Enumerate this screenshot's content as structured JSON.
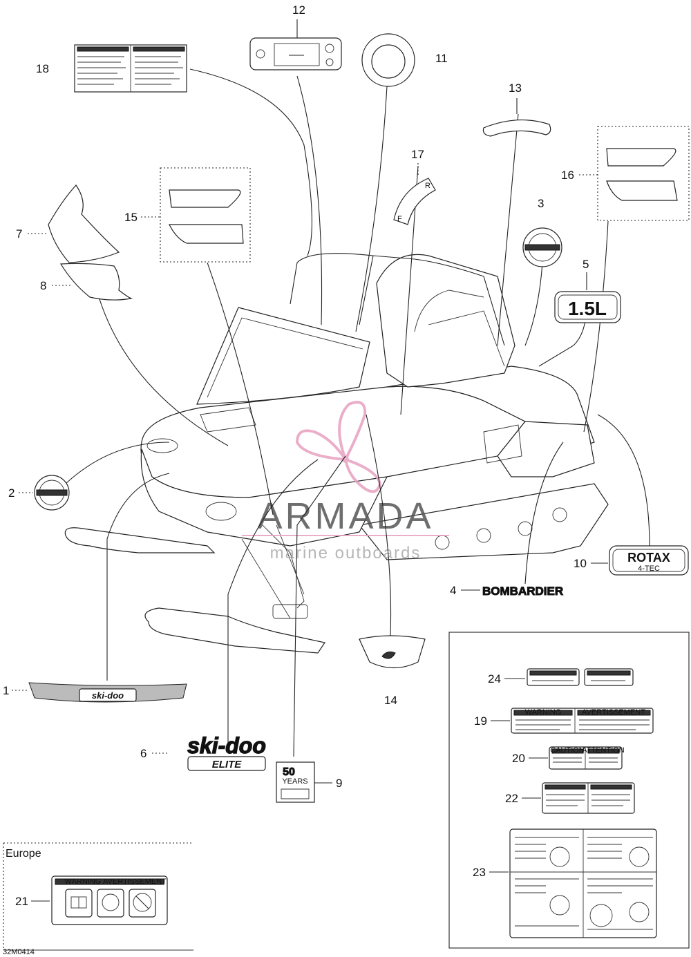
{
  "diagram_code": "32M0414",
  "region_label": "Europe",
  "watermark": {
    "brand": "ARMADA",
    "tagline": "marine outboards"
  },
  "labels": {
    "p1": "1",
    "p2": "2",
    "p3": "3",
    "p4": "4",
    "p5": "5",
    "p6": "6",
    "p7": "7",
    "p8": "8",
    "p9": "9",
    "p10": "10",
    "p11": "11",
    "p12": "12",
    "p13": "13",
    "p14": "14",
    "p15": "15",
    "p16": "16",
    "p17": "17",
    "p18": "18",
    "p19": "19",
    "p20": "20",
    "p21": "21",
    "p22": "22",
    "p23": "23",
    "p24": "24"
  },
  "decal_text": {
    "displacement": "1.5L",
    "engine_brand": "ROTAX",
    "engine_sub": "4-TEC",
    "maker": "BOMBARDIER",
    "model": "ski-doo",
    "model_sub": "ELITE",
    "anniversary": "50",
    "anniversary_sub": "YEARS",
    "warning": "WARNING",
    "avertissement": "AVERTISSEMENT",
    "caution": "CAUTION",
    "attention": "ATTENTION",
    "choke_f": "F",
    "choke_r": "R"
  },
  "colors": {
    "line": "#222222",
    "watermark_pink": "#e8a0c0",
    "watermark_text": "#555555"
  }
}
